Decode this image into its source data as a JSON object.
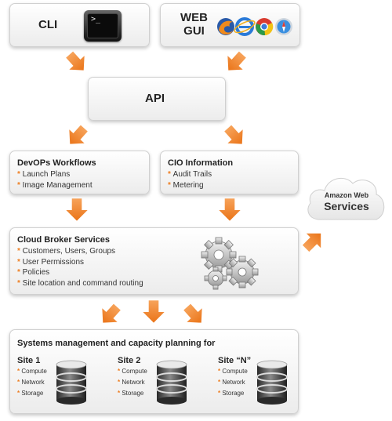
{
  "colors": {
    "accent": "#ee7e21",
    "box_top": "#ffffff",
    "box_bottom": "#ececec"
  },
  "cli": {
    "label": "CLI",
    "icon": "terminal-icon",
    "prompt": ">_"
  },
  "web_gui": {
    "label_line1": "WEB",
    "label_line2": "GUI",
    "browser_icons": [
      "firefox-icon",
      "internet-explorer-icon",
      "chrome-icon",
      "safari-icon"
    ]
  },
  "api": {
    "label": "API"
  },
  "devops": {
    "title": "DevOPs Workflows",
    "items": [
      "Launch Plans",
      "Image Management"
    ]
  },
  "cio": {
    "title": "CIO Information",
    "items": [
      "Audit Trails",
      "Metering"
    ]
  },
  "aws": {
    "line1": "Amazon Web",
    "line2": "Services",
    "icon": "cloud-icon"
  },
  "broker": {
    "title": "Cloud Broker Services",
    "items": [
      "Customers, Users, Groups",
      "User Permissions",
      "Policies",
      "Site location and command routing"
    ],
    "icon": "gears-icon"
  },
  "systems": {
    "title": "Systems management and capacity planning for",
    "sites": [
      {
        "name": "Site 1",
        "items": [
          "Compute",
          "Network",
          "Storage"
        ]
      },
      {
        "name": "Site 2",
        "items": [
          "Compute",
          "Network",
          "Storage"
        ]
      },
      {
        "name": "Site “N”",
        "items": [
          "Compute",
          "Network",
          "Storage"
        ]
      }
    ],
    "icon": "database-icon"
  }
}
